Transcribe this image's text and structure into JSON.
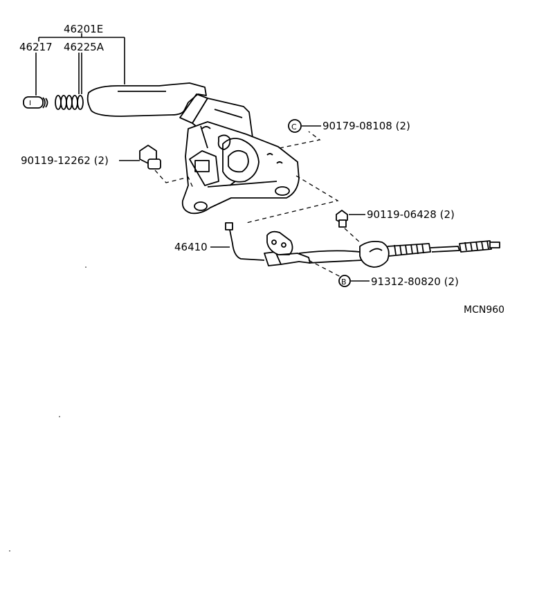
{
  "labels": {
    "lever_assy": "46201E",
    "button": "46217",
    "spring": "46225A",
    "clip_nut": "90179-08108 (2)",
    "mount_bolt": "90119-12262 (2)",
    "cable_bolt": "90119-06428 (2)",
    "cable": "46410",
    "cable_clamp_bolt": "91312-80820 (2)",
    "diagram_code": "MCN960"
  },
  "markers": {
    "clip_nut": "C",
    "cable_clamp_bolt": "B",
    "button": "I"
  }
}
